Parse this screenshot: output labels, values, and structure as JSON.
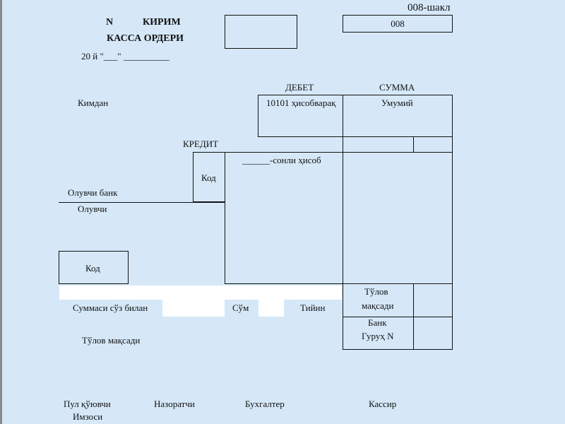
{
  "form": {
    "form_code": "008-шакл",
    "code_box": "008",
    "number_label": "N",
    "title_line1": "КИРИМ",
    "title_line2": "КАССА ОРДЕРИ",
    "date_line": "20 й \"___\" __________"
  },
  "table": {
    "debet_label": "ДЕБЕТ",
    "summa_label": "СУММА",
    "account_label": "10101 ҳисобварақ",
    "total_label": "Умумий",
    "kredit_label": "КРЕДИТ",
    "numbered_account_label": "______-сонли ҳисоб",
    "code_label": "Код",
    "payment_purpose_label_line1": "Тўлов",
    "payment_purpose_label_line2": "мақсади",
    "bank_group_line1": "Банк",
    "bank_group_line2": "Гуруҳ N"
  },
  "fields": {
    "from_label": "Кимдан",
    "receiver_bank_label": "Олувчи банк",
    "receiver_label": "Олувчи",
    "code_label": "Код",
    "amount_in_words_label": "Суммаси сўз билан",
    "sum_label": "Сўм",
    "tiyin_label": "Тийин",
    "payment_purpose_label": "Тўлов мақсади"
  },
  "signatures": {
    "payer_line1": "Пул қўювчи",
    "payer_line2": "Имзоси",
    "controller": "Назоратчи",
    "accountant": "Бухгалтер",
    "cashier": "Кассир"
  }
}
